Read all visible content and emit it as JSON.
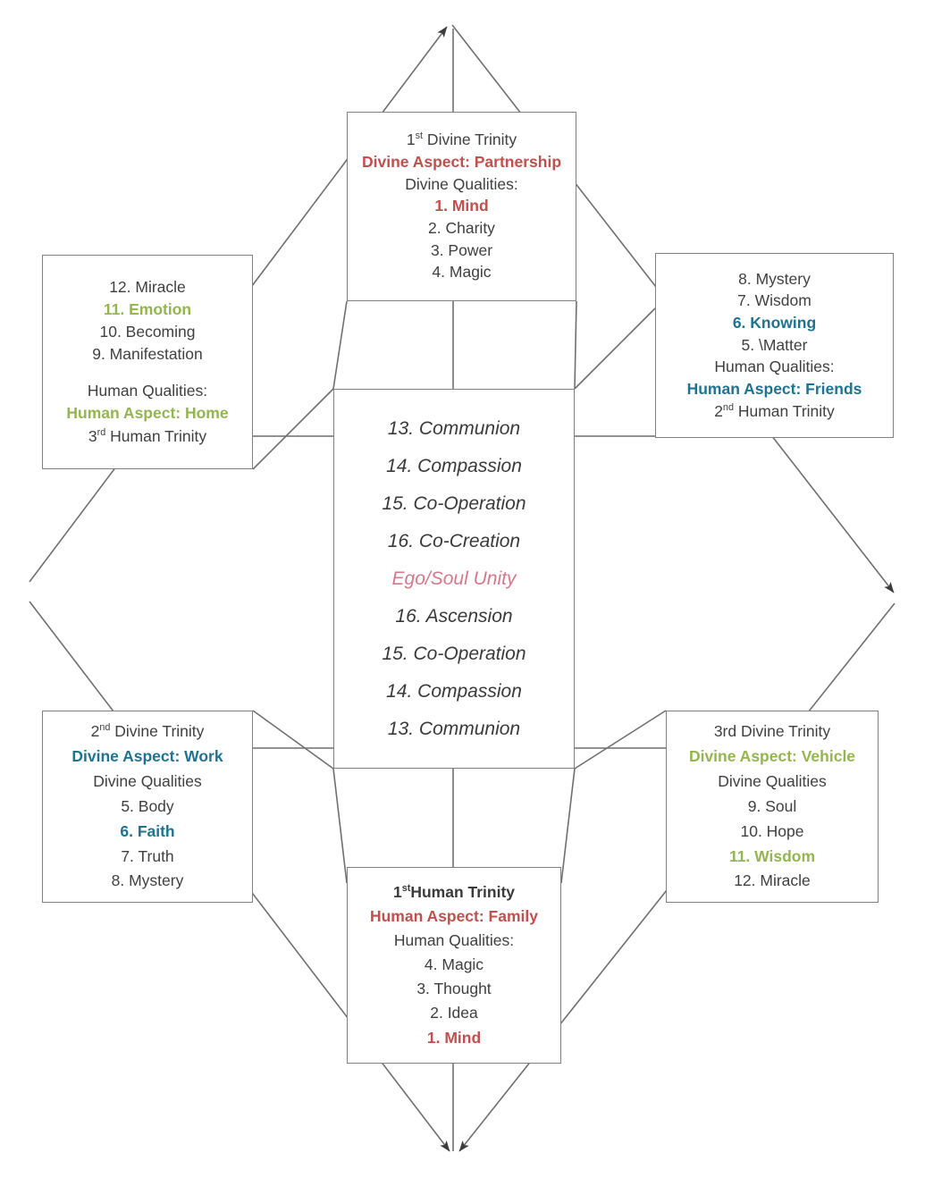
{
  "diagram": {
    "title": "Divine and Human Trinities Diagram",
    "colors": {
      "red": "#C0504D",
      "green": "#94B550",
      "teal": "#1F7391",
      "rose": "#D4798B",
      "line": "#808080",
      "text": "#404040"
    }
  },
  "top_box": {
    "name": "1st Divine Trinity",
    "title_pre": "1",
    "title_sup": "st",
    "title_post": " Divine Trinity",
    "aspect": "Divine Aspect:  Partnership",
    "qualities_label": "Divine Qualities:",
    "items": [
      "1. Mind",
      "2. Charity",
      "3. Power",
      "4. Magic"
    ]
  },
  "left_box": {
    "name": "3rd Human Trinity",
    "items": [
      "12.  Miracle",
      "11.  Emotion",
      "10.  Becoming",
      "9.  Manifestation"
    ],
    "qualities_label": "Human Qualities:",
    "aspect": "Human Aspect:  Home",
    "title_pre": "3",
    "title_sup": "rd",
    "title_post": " Human Trinity"
  },
  "right_box": {
    "name": "2nd Human Trinity",
    "items": [
      "8.  Mystery",
      "7.  Wisdom",
      "6.  Knowing",
      "5. \\Matter"
    ],
    "qualities_label": "Human Qualities:",
    "aspect": "Human Aspect: Friends",
    "title_pre": "2",
    "title_sup": "nd",
    "title_post": " Human Trinity"
  },
  "center_box": {
    "name": "Ego/Soul Unity Column",
    "upper": [
      "13.  Communion",
      "14.  Compassion",
      "15.  Co-Operation",
      "16.  Co-Creation"
    ],
    "unity": "Ego/Soul Unity",
    "lower": [
      "16.  Ascension",
      "15.  Co-Operation",
      "14.  Compassion",
      "13.  Communion"
    ]
  },
  "bottom_left_box": {
    "name": "2nd Divine Trinity",
    "title_pre": "2",
    "title_sup": "nd",
    "title_post": " Divine Trinity",
    "aspect": "Divine Aspect:  Work",
    "qualities_label": "Divine Qualities",
    "items": [
      "5.  Body",
      "6. Faith",
      "7.  Truth",
      "8.  Mystery"
    ]
  },
  "bottom_right_box": {
    "name": "3rd Divine Trinity",
    "title": "3rd Divine Trinity",
    "aspect": "Divine Aspect: Vehicle",
    "qualities_label": "Divine Qualities",
    "items": [
      "9.  Soul",
      "10. Hope",
      "11. Wisdom",
      "12.  Miracle"
    ]
  },
  "bottom_box": {
    "name": "1st Human Trinity",
    "title_pre": "1",
    "title_sup": "st",
    "title_post": "Human Trinity",
    "aspect": "Human Aspect:  Family",
    "qualities_label": "Human Qualities:",
    "items": [
      "4.  Magic",
      "3.  Thought",
      "2.  Idea",
      "1.  Mind"
    ]
  }
}
